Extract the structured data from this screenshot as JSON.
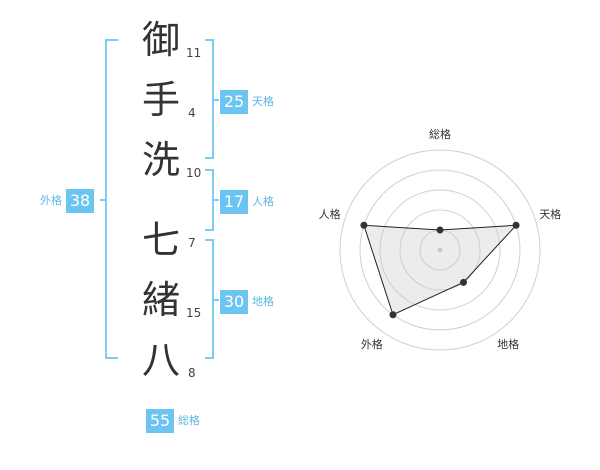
{
  "name_chars": [
    {
      "char": "御",
      "strokes": "11"
    },
    {
      "char": "手",
      "strokes": "4"
    },
    {
      "char": "洗",
      "strokes": "10"
    },
    {
      "char": "七",
      "strokes": "7"
    },
    {
      "char": "緒",
      "strokes": "15"
    },
    {
      "char": "八",
      "strokes": "8"
    }
  ],
  "fortunes": {
    "tenkaku": {
      "value": "25",
      "label": "天格"
    },
    "jinkaku": {
      "value": "17",
      "label": "人格"
    },
    "chikaku": {
      "value": "30",
      "label": "地格"
    },
    "gaikaku": {
      "value": "38",
      "label": "外格"
    },
    "soukaku": {
      "value": "55",
      "label": "総格"
    }
  },
  "colors": {
    "bracket": "#7dccf3",
    "badge": "#6cc5f0",
    "badge_label": "#5bb8e6"
  },
  "chart_data": {
    "type": "radar",
    "axes": [
      "総格",
      "天格",
      "地格",
      "外格",
      "人格"
    ],
    "values": [
      1,
      4,
      2,
      4,
      4
    ],
    "max": 5
  }
}
